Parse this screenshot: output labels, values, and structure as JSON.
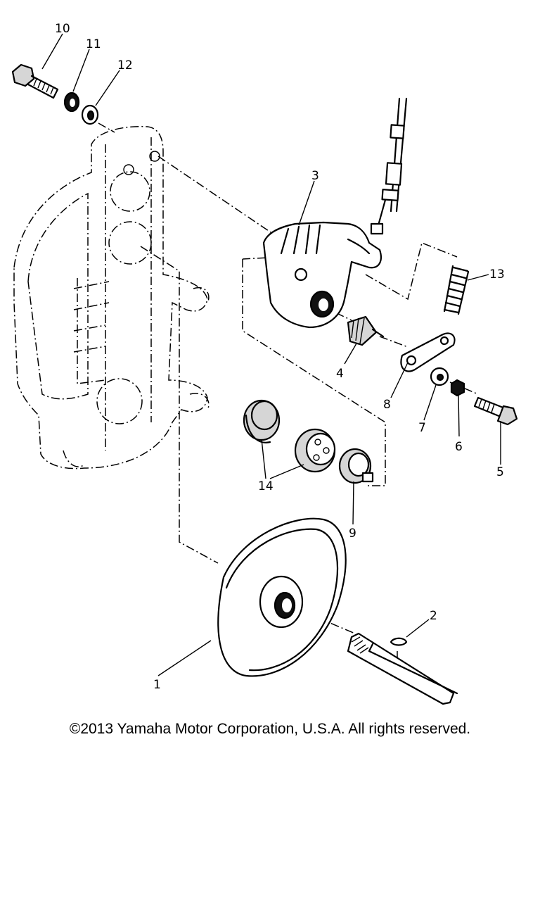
{
  "diagram": {
    "callouts": {
      "p1": "1",
      "p2": "2",
      "p3": "3",
      "p4": "4",
      "p5": "5",
      "p6": "6",
      "p7": "7",
      "p8": "8",
      "p9": "9",
      "p10": "10",
      "p11": "11",
      "p12": "12",
      "p13": "13",
      "p14": "14"
    }
  },
  "footer": {
    "copyright": "©2013 Yamaha Motor Corporation, U.S.A. All rights reserved."
  }
}
